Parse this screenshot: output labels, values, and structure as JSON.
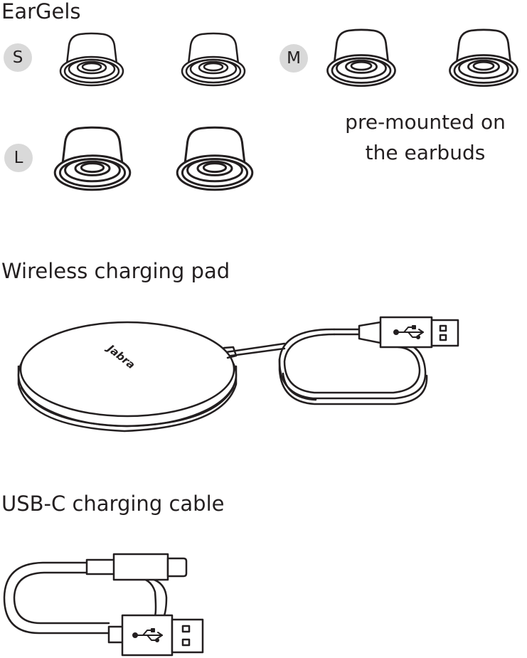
{
  "eargels": {
    "title": "EarGels",
    "sizes": {
      "small": "S",
      "medium": "M",
      "large": "L"
    },
    "note_line1": "pre-mounted on",
    "note_line2": "the earbuds"
  },
  "charging_pad": {
    "title": "Wireless charging pad",
    "brand": "Jabra"
  },
  "usb_cable": {
    "title": "USB-C charging cable"
  },
  "colors": {
    "line": "#231f20",
    "badge": "#d9d9d9",
    "background": "#ffffff"
  },
  "icons": [
    "eargel-icon",
    "wireless-charging-pad-icon",
    "usb-a-connector-icon",
    "usb-c-connector-icon",
    "usb-symbol-icon"
  ]
}
